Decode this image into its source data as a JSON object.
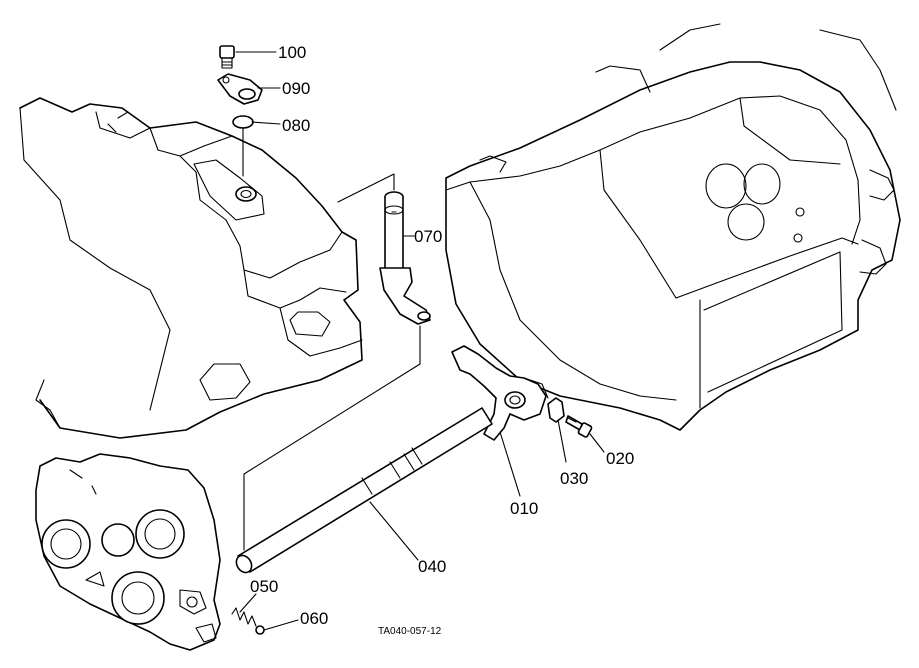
{
  "diagram": {
    "reference_code": "TA040-057-12",
    "callouts": [
      {
        "id": "100"
      },
      {
        "id": "090"
      },
      {
        "id": "080"
      },
      {
        "id": "070"
      },
      {
        "id": "010"
      },
      {
        "id": "020"
      },
      {
        "id": "030"
      },
      {
        "id": "040"
      },
      {
        "id": "050"
      },
      {
        "id": "060"
      }
    ]
  }
}
